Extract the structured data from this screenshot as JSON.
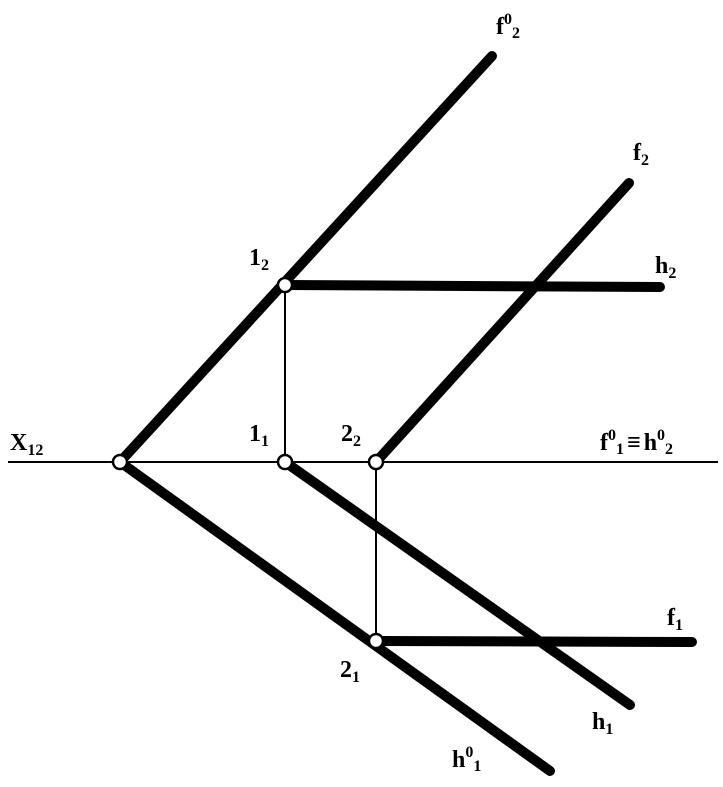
{
  "diagram": {
    "labels": {
      "x12": {
        "main": "X",
        "sub": "12"
      },
      "f0_2": {
        "main": "f",
        "sup": "0",
        "sub": "2"
      },
      "f2": {
        "main": "f",
        "sub": "2"
      },
      "h2": {
        "main": "h",
        "sub": "2"
      },
      "p1_2": {
        "main": "1",
        "sub": "2"
      },
      "p1_1": {
        "main": "1",
        "sub": "1"
      },
      "p2_2": {
        "main": "2",
        "sub": "2"
      },
      "p2_1": {
        "main": "2",
        "sub": "1"
      },
      "f1": {
        "main": "f",
        "sub": "1"
      },
      "h1": {
        "main": "h",
        "sub": "1"
      },
      "h0_1": {
        "main": "h",
        "sup": "0",
        "sub": "1"
      },
      "trace": {
        "a": "f",
        "a_sup": "0",
        "a_sub": "1",
        "equiv": "≡",
        "b": "h",
        "b_sup": "0",
        "b_sub": "2"
      }
    }
  }
}
